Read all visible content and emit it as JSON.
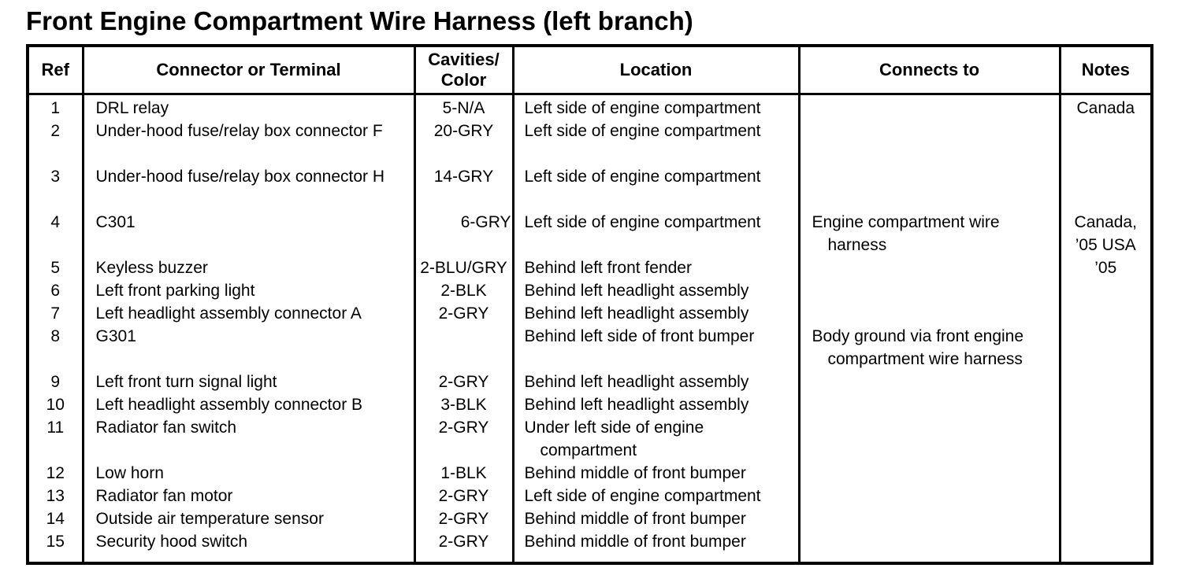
{
  "page": {
    "title": "Front Engine Compartment Wire Harness (left branch)"
  },
  "table": {
    "columns": [
      "Ref",
      "Connector or Terminal",
      "Cavities/\nColor",
      "Location",
      "Connects to",
      "Notes"
    ],
    "rows": [
      {
        "ref": "1",
        "connector": "DRL relay",
        "cavities": "5-N/A",
        "location": "Left side of engine compartment",
        "connects_to": "",
        "notes": "Canada"
      },
      {
        "ref": "2",
        "connector": "Under-hood fuse/relay box connector F",
        "cavities": "20-GRY",
        "location": "Left side of engine compartment",
        "connects_to": "",
        "notes": ""
      },
      {
        "ref": "3",
        "connector": "Under-hood fuse/relay box connector H",
        "cavities": "14-GRY",
        "location": "Left side of engine compartment",
        "connects_to": "",
        "notes": ""
      },
      {
        "ref": "4",
        "connector": "C301",
        "cavities": "6-GRY",
        "location": "Left side of engine compartment",
        "connects_to": "Engine compartment wire\nharness",
        "notes": "Canada,\n’05 USA\n’05"
      },
      {
        "ref": "5",
        "connector": "Keyless buzzer",
        "cavities": "2-BLU/GRY",
        "location": "Behind left front fender",
        "connects_to": "",
        "notes": ""
      },
      {
        "ref": "6",
        "connector": "Left front parking light",
        "cavities": "2-BLK",
        "location": "Behind left headlight assembly",
        "connects_to": "",
        "notes": ""
      },
      {
        "ref": "7",
        "connector": "Left headlight assembly connector A",
        "cavities": "2-GRY",
        "location": "Behind left headlight assembly",
        "connects_to": "",
        "notes": ""
      },
      {
        "ref": "8",
        "connector": "G301",
        "cavities": "",
        "location": "Behind left side of front bumper",
        "connects_to": "Body ground via front engine\ncompartment wire harness",
        "notes": ""
      },
      {
        "ref": "9",
        "connector": "Left front turn signal light",
        "cavities": "2-GRY",
        "location": "Behind left headlight assembly",
        "connects_to": "",
        "notes": ""
      },
      {
        "ref": "10",
        "connector": "Left headlight assembly connector B",
        "cavities": "3-BLK",
        "location": "Behind left headlight assembly",
        "connects_to": "",
        "notes": ""
      },
      {
        "ref": "11",
        "connector": "Radiator fan switch",
        "cavities": "2-GRY",
        "location": "Under left side of engine\ncompartment",
        "connects_to": "",
        "notes": ""
      },
      {
        "ref": "12",
        "connector": "Low horn",
        "cavities": "1-BLK",
        "location": "Behind middle of front bumper",
        "connects_to": "",
        "notes": ""
      },
      {
        "ref": "13",
        "connector": "Radiator fan motor",
        "cavities": "2-GRY",
        "location": "Left side of engine compartment",
        "connects_to": "",
        "notes": ""
      },
      {
        "ref": "14",
        "connector": "Outside air temperature sensor",
        "cavities": "2-GRY",
        "location": "Behind middle of front bumper",
        "connects_to": "",
        "notes": ""
      },
      {
        "ref": "15",
        "connector": "Security hood switch",
        "cavities": "2-GRY",
        "location": "Behind middle of front bumper",
        "connects_to": "",
        "notes": ""
      }
    ]
  }
}
